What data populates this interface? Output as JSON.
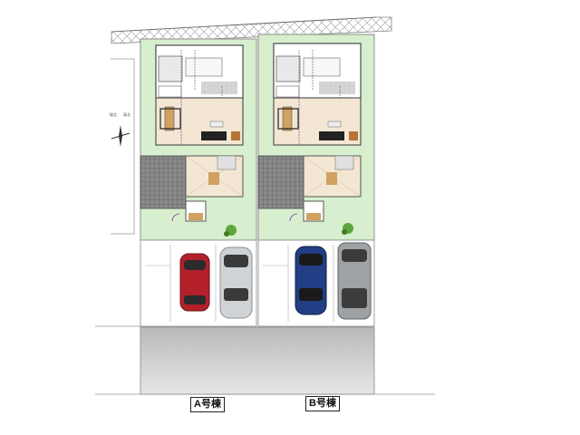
{
  "labels": {
    "unit_a": "A号棟",
    "unit_b": "B号棟"
  },
  "compass": {
    "left": "磁北",
    "right": "真北"
  },
  "colors": {
    "lawn": "#d8efcf",
    "floor": "#f3e7d3",
    "road": "#c6c6c6",
    "tile": "#7a7a7a",
    "car_red": "#b3202a",
    "car_silver": "#cfd3d6",
    "car_blue": "#223e84",
    "car_gray": "#9ea2a5",
    "wall": "#555555",
    "door_accent": "#6a2c8a"
  }
}
